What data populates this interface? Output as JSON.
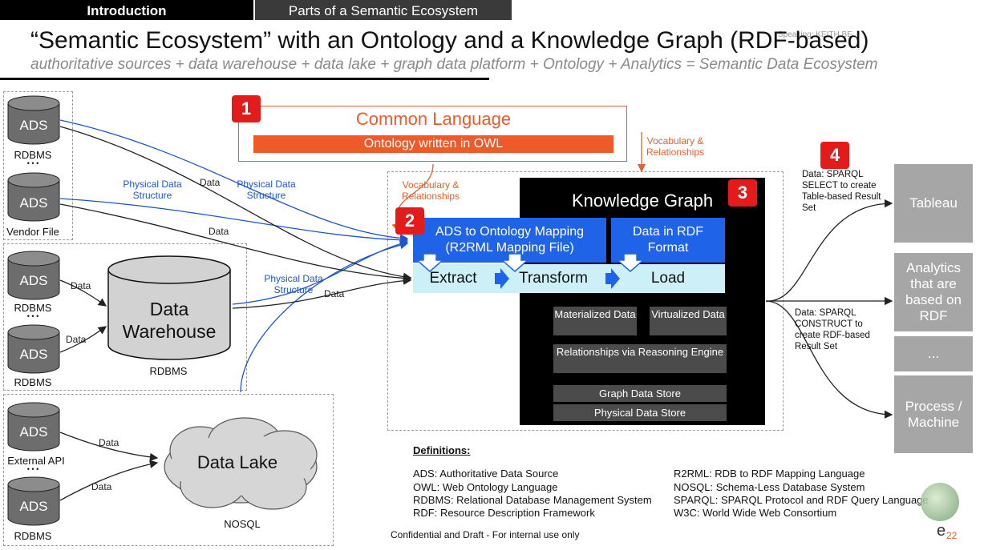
{
  "tabs": [
    "Introduction",
    "Parts of a Semantic Ecosystem"
  ],
  "title": "“Semantic Ecosystem” with an Ontology and a Knowledge Graph (RDF-based)",
  "subtitle": "authoritative sources + data warehouse + data lake + graph data platform + Ontology + Analytics = Semantic Data Ecosystem",
  "speaking": "Speaking: KEITH BE",
  "sources": {
    "ads": "ADS",
    "ellipsis": "• • •",
    "rdbms": "RDBMS",
    "vendor_file": "Vendor File",
    "external_api": "External API",
    "warehouse": "Data Warehouse",
    "warehouse_sub": "RDBMS",
    "lake": "Data Lake",
    "lake_sub": "NOSQL"
  },
  "edge_labels": {
    "data": "Data",
    "physical_structure": "Physical Data Structure",
    "vocab": "Vocabulary & Relationships"
  },
  "badges": [
    "1",
    "2",
    "3",
    "4"
  ],
  "common_language": {
    "title": "Common Language",
    "bar": "Ontology written in OWL"
  },
  "kg": {
    "title": "Knowledge Graph",
    "mapping": "ADS to Ontology Mapping (R2RML Mapping File)",
    "rdf_format": "Data in RDF Format",
    "extract": "Extract",
    "transform": "Transform",
    "load": "Load",
    "materialized": "Materialized Data",
    "virtualized": "Virtualized Data",
    "reasoning": "Relationships via Reasoning Engine",
    "graph_store": "Graph Data Store",
    "physical_store": "Physical Data Store"
  },
  "outputs": {
    "select_note": "Data: SPARQL SELECT to create Table-based Result Set",
    "construct_note": "Data: SPARQL CONSTRUCT to create RDF-based Result Set",
    "tableau": "Tableau",
    "analytics": "Analytics that are based on RDF",
    "ellipsis": "...",
    "process": "Process / Machine"
  },
  "definitions": {
    "heading": "Definitions:",
    "left": [
      "ADS: Authoritative Data Source",
      "OWL: Web Ontology Language",
      "RDBMS: Relational Database Management System",
      "RDF: Resource Description Framework"
    ],
    "right": [
      "R2RML: RDB to RDF Mapping Language",
      "NOSQL: Schema-Less Database System",
      "SPARQL: SPARQL Protocol and RDF Query Language",
      "W3C:  World Wide Web Consortium"
    ]
  },
  "footer": "Confidential and Draft - For internal use only",
  "page_number": "22",
  "logo_letter": "e",
  "colors": {
    "accent_orange": "#ee5a2a",
    "accent_blue": "#1f64e8",
    "light_blue": "#cdf0f8",
    "badge_red": "#e41b1b",
    "kg_black": "#000000",
    "grey": "#a6a6a6"
  }
}
